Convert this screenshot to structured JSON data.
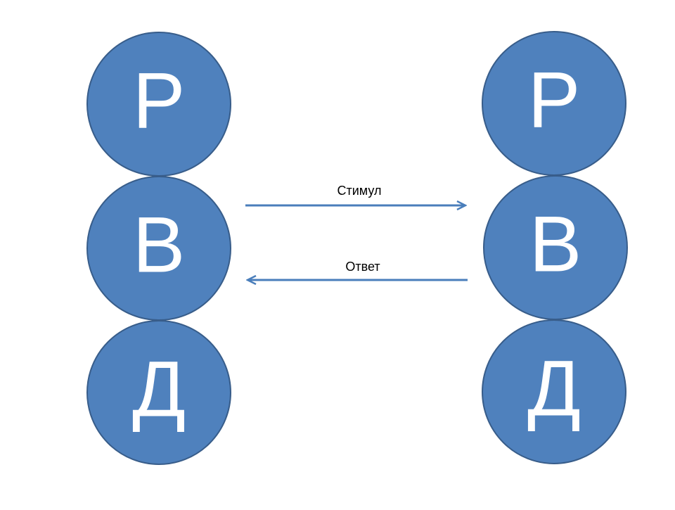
{
  "colors": {
    "circle_fill": "#4f81bd",
    "circle_stroke": "#385d8a",
    "arrow": "#4a7ebb",
    "letter": "#ffffff",
    "label": "#000000"
  },
  "left_column": {
    "circles": [
      {
        "letter": "Р"
      },
      {
        "letter": "В"
      },
      {
        "letter": "Д"
      }
    ]
  },
  "right_column": {
    "circles": [
      {
        "letter": "Р"
      },
      {
        "letter": "В"
      },
      {
        "letter": "Д"
      }
    ]
  },
  "arrows": {
    "stimulus": {
      "label": "Стимул",
      "direction": "right"
    },
    "response": {
      "label": "Ответ",
      "direction": "left"
    }
  }
}
